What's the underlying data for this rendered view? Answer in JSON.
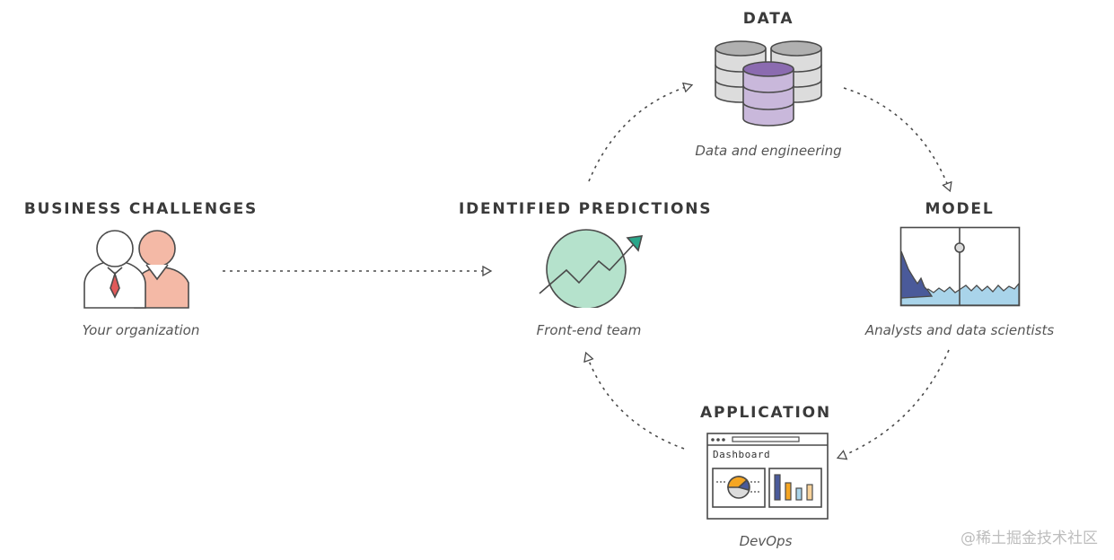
{
  "nodes": {
    "business": {
      "title": "BUSINESS CHALLENGES",
      "subtitle": "Your organization"
    },
    "predictions": {
      "title": "IDENTIFIED PREDICTIONS",
      "subtitle": "Front-end team"
    },
    "data": {
      "title": "DATA",
      "subtitle": "Data and engineering"
    },
    "model": {
      "title": "MODEL",
      "subtitle": "Analysts and data scientists"
    },
    "application": {
      "title": "APPLICATION",
      "subtitle": "DevOps",
      "dashboard_label": "Dashboard"
    }
  },
  "watermark": "@稀土掘金技术社区",
  "colors": {
    "outline": "#4a4a4a",
    "person_red": "#f4b9a6",
    "tie_red": "#e15a5a",
    "prediction_green": "#b5e2cc",
    "arrow_teal": "#2aa68a",
    "db_gray": "#dcdcdc",
    "db_purple": "#c9b8db",
    "db_purple_top": "#8b6bb0",
    "chart_blue": "#4a5a9a",
    "chart_lightblue": "#a9d4ea",
    "bar_orange": "#f5a623",
    "bar_pale": "#f8d29a"
  },
  "icons": {
    "business": "people-icon",
    "predictions": "trend-chart-icon",
    "data": "database-icon",
    "model": "model-chart-icon",
    "application": "dashboard-window-icon"
  }
}
